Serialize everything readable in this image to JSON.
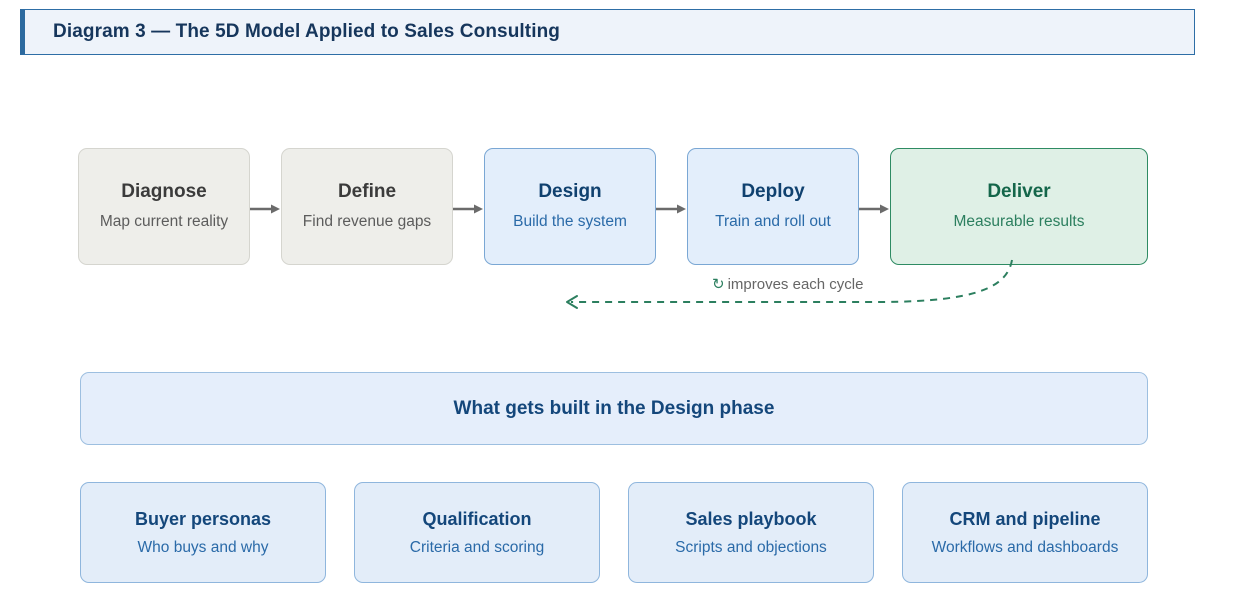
{
  "title": {
    "text": "Diagram 3 — The 5D Model Applied to Sales Consulting",
    "accent_color": "#2d6a9f",
    "background": "#eef3fa"
  },
  "flow": {
    "nodes": [
      {
        "title": "Diagnose",
        "subtitle": "Map current reality",
        "style": "grey",
        "fill": "#eeeeea",
        "border": "#d5d5cf"
      },
      {
        "title": "Define",
        "subtitle": "Find revenue gaps",
        "style": "grey",
        "fill": "#eeeeea",
        "border": "#d5d5cf"
      },
      {
        "title": "Design",
        "subtitle": "Build the system",
        "style": "blue",
        "fill": "#e3eefb",
        "border": "#7aa7d4"
      },
      {
        "title": "Deploy",
        "subtitle": "Train and roll out",
        "style": "blue",
        "fill": "#e3eefb",
        "border": "#7aa7d4"
      },
      {
        "title": "Deliver",
        "subtitle": "Measurable results",
        "style": "green",
        "fill": "#dff0e6",
        "border": "#2e8b63"
      }
    ],
    "connector_color": "#6b6b6b",
    "connector_count": 4
  },
  "feedback_loop": {
    "icon": "loop-arrow-icon",
    "icon_glyph": "↻",
    "label": "improves each cycle",
    "color": "#2c7f5f",
    "label_color": "#666666",
    "style": "dashed"
  },
  "banner": {
    "text": "What gets built in the Design phase",
    "fill": "#e5eefb",
    "border": "#9dbfe0",
    "text_color": "#14477b"
  },
  "cards": [
    {
      "title": "Buyer personas",
      "subtitle": "Who buys and why"
    },
    {
      "title": "Qualification",
      "subtitle": "Criteria and scoring"
    },
    {
      "title": "Sales playbook",
      "subtitle": "Scripts and objections"
    },
    {
      "title": "CRM and pipeline",
      "subtitle": "Workflows and dashboards"
    }
  ]
}
